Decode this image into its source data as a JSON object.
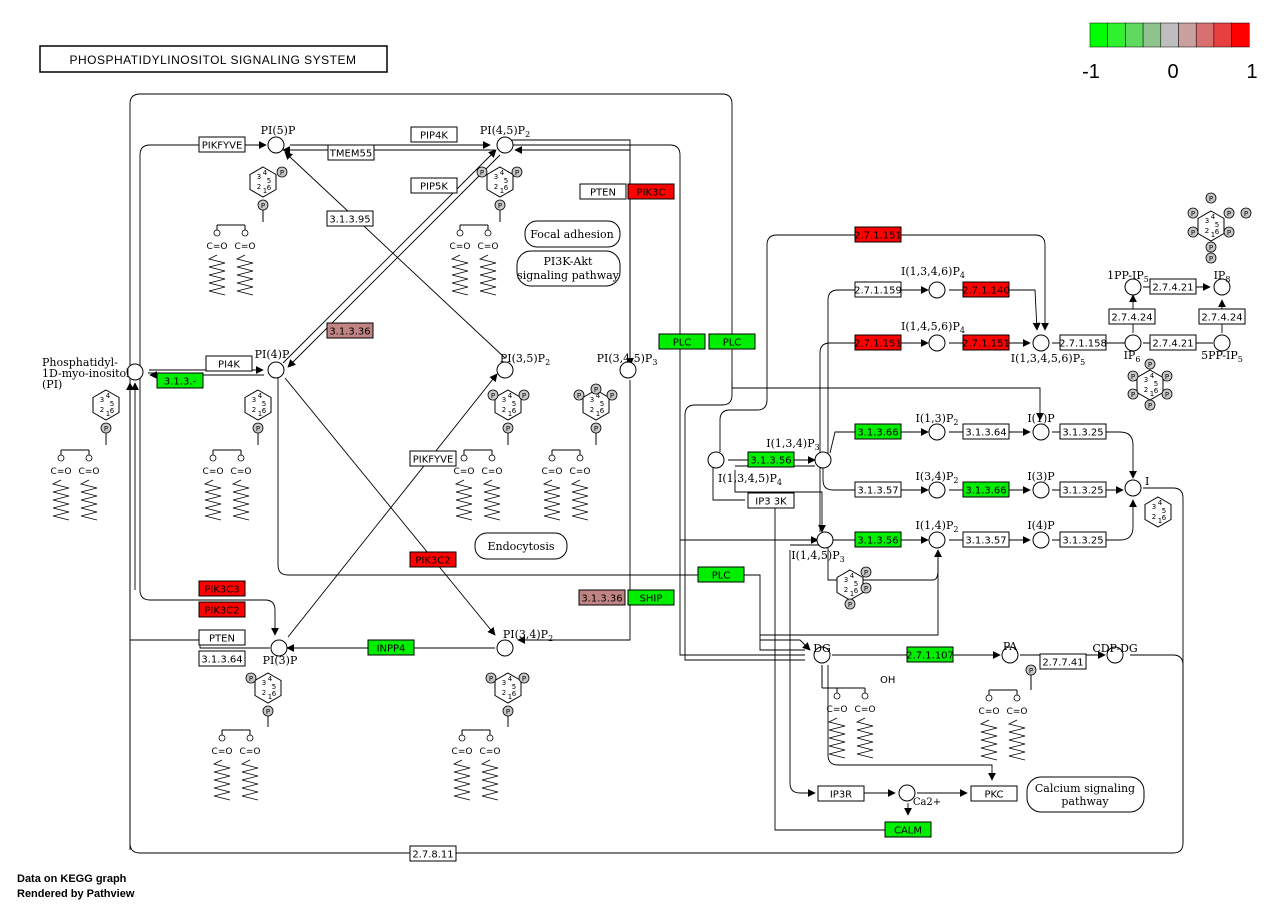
{
  "title": "PHOSPHATIDYLINOSITOL SIGNALING SYSTEM",
  "legend": {
    "min": "-1",
    "mid": "0",
    "max": "1",
    "colors": [
      "#00ff00",
      "#30f030",
      "#5fd95f",
      "#8fc48f",
      "#bebebe",
      "#c8a0a0",
      "#d87070",
      "#e84040",
      "#ff0000"
    ]
  },
  "footer": {
    "line1": "Data on KEGG graph",
    "line2": "Rendered by Pathview"
  },
  "colors": {
    "up": "#ff0000",
    "mid_up": "#c08484",
    "down": "#00ee00",
    "none": "#ffffff"
  },
  "pathways": {
    "focal": "Focal adhesion",
    "pi3k_1": "PI3K-Akt",
    "pi3k_2": "signaling pathway",
    "endocytosis": "Endocytosis",
    "calcium_1": "Calcium signaling",
    "calcium_2": "pathway"
  },
  "compounds": {
    "pi": [
      "Phosphatidyl-",
      "1D-myo-inositol",
      "(PI)"
    ],
    "pi5p": "PI(5)P",
    "pi45p2": "PI(4,5)P2",
    "pi4p": "PI(4)P",
    "pi35p2": "PI(3,5)P2",
    "pip3": "PI(3,4,5)P3",
    "pi3p": "PI(3)P",
    "pi34p2": "PI(3,4)P2",
    "i1345p4": "I(1,3,4,5)P4",
    "i134p3": "I(1,3,4)P3",
    "i145p3": "I(1,4,5)P3",
    "i1346p4": "I(1,3,4,6)P4",
    "i1456p4": "I(1,4,5,6)P4",
    "i13456p5": "I(1,3,4,5,6)P5",
    "i13p2": "I(1,3)P2",
    "i34p2": "I(3,4)P2",
    "i14p2": "I(1,4)P2",
    "i1p": "I(1)P",
    "i3p": "I(3)P",
    "i4p": "I(4)P",
    "inositol": "I",
    "ip6": "IP6",
    "pp_ip5": "1PP-IP5",
    "ip8": "IP8",
    "pp5_ip5": "5PP-IP5",
    "dg": "DG",
    "pa": "PA",
    "cdp_dg": "CDP-DG",
    "oh": "OH",
    "ca": "Ca2+"
  },
  "genes": [
    {
      "id": "pikfyve1",
      "label": "PIKFYVE",
      "status": "none"
    },
    {
      "id": "tmem55",
      "label": "TMEM55",
      "status": "none"
    },
    {
      "id": "pip4k",
      "label": "PIP4K",
      "status": "none"
    },
    {
      "id": "pip5k",
      "label": "PIP5K",
      "status": "none"
    },
    {
      "id": "pten1",
      "label": "PTEN",
      "status": "none"
    },
    {
      "id": "pik3c",
      "label": "PIK3C",
      "status": "up"
    },
    {
      "id": "e313951",
      "label": "3.1.3.95",
      "status": "none"
    },
    {
      "id": "e31336a",
      "label": "3.1.3.36",
      "status": "mid_up"
    },
    {
      "id": "pi4k",
      "label": "PI4K",
      "status": "none"
    },
    {
      "id": "e313",
      "label": "3.1.3.-",
      "status": "down"
    },
    {
      "id": "plc1",
      "label": "PLC",
      "status": "down"
    },
    {
      "id": "plc2",
      "label": "PLC",
      "status": "down"
    },
    {
      "id": "pikfyve2",
      "label": "PIKFYVE",
      "status": "none"
    },
    {
      "id": "pik2c2a",
      "label": "PIK3C2",
      "status": "up"
    },
    {
      "id": "pik3c3",
      "label": "PIK3C3",
      "status": "up"
    },
    {
      "id": "pik2c2b",
      "label": "PIK3C2",
      "status": "up"
    },
    {
      "id": "pten2",
      "label": "PTEN",
      "status": "none"
    },
    {
      "id": "e31364a",
      "label": "3.1.3.64",
      "status": "none"
    },
    {
      "id": "inpp4",
      "label": "INPP4",
      "status": "down"
    },
    {
      "id": "e31336b",
      "label": "3.1.3.36",
      "status": "mid_up"
    },
    {
      "id": "ship",
      "label": "SHIP",
      "status": "down"
    },
    {
      "id": "plc3",
      "label": "PLC",
      "status": "down"
    },
    {
      "id": "e271151a",
      "label": "2.7.1.151",
      "status": "up"
    },
    {
      "id": "e271159",
      "label": "2.7.1.159",
      "status": "none"
    },
    {
      "id": "e271140",
      "label": "2.7.1.140",
      "status": "up"
    },
    {
      "id": "e271151b",
      "label": "2.7.1.151",
      "status": "up"
    },
    {
      "id": "e271151c",
      "label": "2.7.1.151",
      "status": "up"
    },
    {
      "id": "e271158",
      "label": "2.7.1.158",
      "status": "none"
    },
    {
      "id": "e27421a",
      "label": "2.7.4.21",
      "status": "none"
    },
    {
      "id": "e27424a",
      "label": "2.7.4.24",
      "status": "none"
    },
    {
      "id": "e27424b",
      "label": "2.7.4.24",
      "status": "none"
    },
    {
      "id": "e27421b",
      "label": "2.7.4.21",
      "status": "none"
    },
    {
      "id": "e31356a",
      "label": "3.1.3.56",
      "status": "down"
    },
    {
      "id": "ip33k",
      "label": "IP3 3K",
      "status": "none"
    },
    {
      "id": "e31366a",
      "label": "3.1.3.66",
      "status": "down"
    },
    {
      "id": "e31364b",
      "label": "3.1.3.64",
      "status": "none"
    },
    {
      "id": "e31325a",
      "label": "3.1.3.25",
      "status": "none"
    },
    {
      "id": "e31357a",
      "label": "3.1.3.57",
      "status": "none"
    },
    {
      "id": "e31366b",
      "label": "3.1.3.66",
      "status": "down"
    },
    {
      "id": "e31325b",
      "label": "3.1.3.25",
      "status": "none"
    },
    {
      "id": "e31356b",
      "label": "3.1.3.56",
      "status": "down"
    },
    {
      "id": "e31357b",
      "label": "3.1.3.57",
      "status": "none"
    },
    {
      "id": "e31325c",
      "label": "3.1.3.25",
      "status": "none"
    },
    {
      "id": "e271107",
      "label": "2.7.1.107",
      "status": "down"
    },
    {
      "id": "e27741",
      "label": "2.7.7.41",
      "status": "none"
    },
    {
      "id": "ip3r",
      "label": "IP3R",
      "status": "none"
    },
    {
      "id": "pkc",
      "label": "PKC",
      "status": "none"
    },
    {
      "id": "calm",
      "label": "CALM",
      "status": "down"
    },
    {
      "id": "e27811",
      "label": "2.7.8.11",
      "status": "none"
    }
  ]
}
